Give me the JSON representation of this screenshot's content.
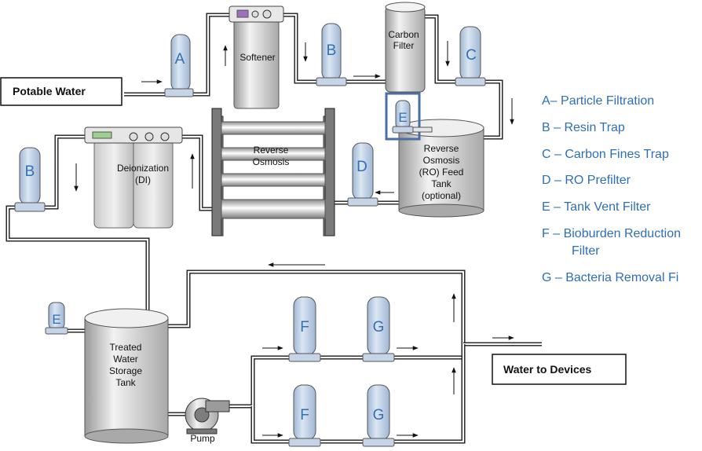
{
  "labels": {
    "potable_water": "Potable Water",
    "water_to_devices": "Water to Devices",
    "softener": "Softener",
    "carbon_filter": [
      "Carbon",
      "Filter"
    ],
    "reverse_osmosis": [
      "Reverse",
      "Osmosis"
    ],
    "ro_feed_tank": [
      "Reverse",
      "Osmosis",
      "(RO) Feed",
      "Tank",
      "(optional)"
    ],
    "deionization": [
      "Deionization",
      "(DI)"
    ],
    "treated_tank": [
      "Treated",
      "Water",
      "Storage",
      "Tank"
    ],
    "pump": "Pump"
  },
  "filter_letters": {
    "a": "A",
    "b_top": "B",
    "c": "C",
    "d": "D",
    "e_top": "E",
    "b_left": "B",
    "e_left": "E",
    "f_top": "F",
    "g_top": "G",
    "f_bottom": "F",
    "g_bottom": "G"
  },
  "legend": [
    "A– Particle Filtration",
    "B – Resin Trap",
    "C – Carbon Fines Trap",
    "D – RO Prefilter",
    "E – Tank Vent Filter",
    "F – Bioburden Reduction",
    "Filter",
    "G – Bacteria Removal Fi"
  ],
  "colors": {
    "filter_body": "#bfd0e4",
    "legend_text": "#2e6fb7",
    "highlight_box": "#4a6fa5"
  }
}
